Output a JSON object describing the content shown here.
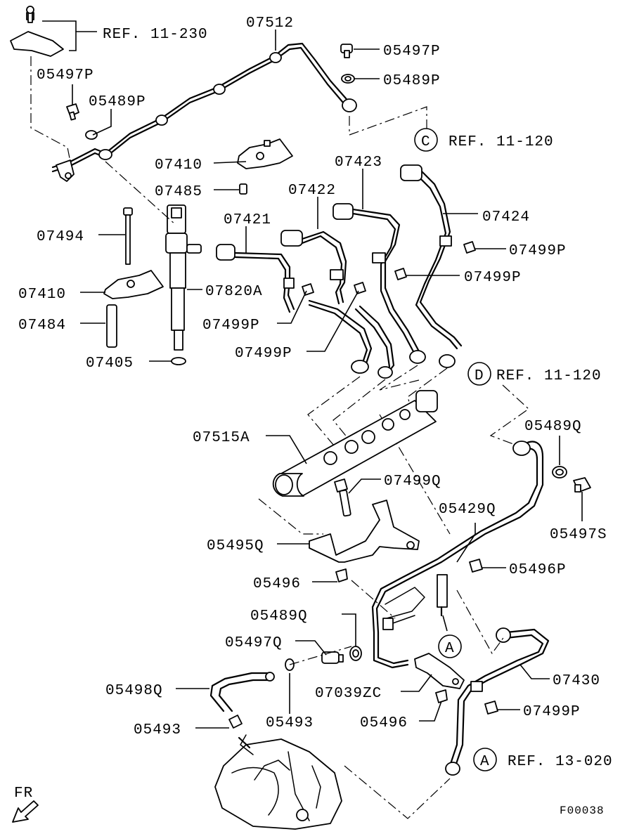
{
  "labels": {
    "ref_11_230": "REF. 11-230",
    "p07512": "07512",
    "p05497P_top": "05497P",
    "p05489P_top": "05489P",
    "p05497P_left": "05497P",
    "p05489P_left": "05489P",
    "ref_c": "REF. 11-120",
    "circle_c": "C",
    "p07410_top": "07410",
    "p07423": "07423",
    "p07485": "07485",
    "p07422": "07422",
    "p07424": "07424",
    "p07494": "07494",
    "p07421": "07421",
    "p07499P_r1": "07499P",
    "p07499P_r2": "07499P",
    "p07410_bottom": "07410",
    "p07820A": "07820A",
    "p07484": "07484",
    "p07499P_mid1": "07499P",
    "p07499P_mid2": "07499P",
    "p07405": "07405",
    "ref_d": "REF. 11-120",
    "circle_d": "D",
    "p07515A": "07515A",
    "p05489Q_right": "05489Q",
    "p07499Q": "07499Q",
    "p05429Q": "05429Q",
    "p05497S": "05497S",
    "p05495Q": "05495Q",
    "p05496P": "05496P",
    "p05496_left": "05496",
    "p05489Q_mid": "05489Q",
    "p05497Q": "05497Q",
    "circle_a_mid": "A",
    "p07430": "07430",
    "p05498Q": "05498Q",
    "p07039ZC": "07039ZC",
    "p05493_mid": "05493",
    "p05496_bottom": "05496",
    "p07499P_bottom": "07499P",
    "p05493_left": "05493",
    "ref_a": "REF. 13-020",
    "circle_a_ref": "A",
    "fr": "FR",
    "figure_code": "F00038"
  }
}
